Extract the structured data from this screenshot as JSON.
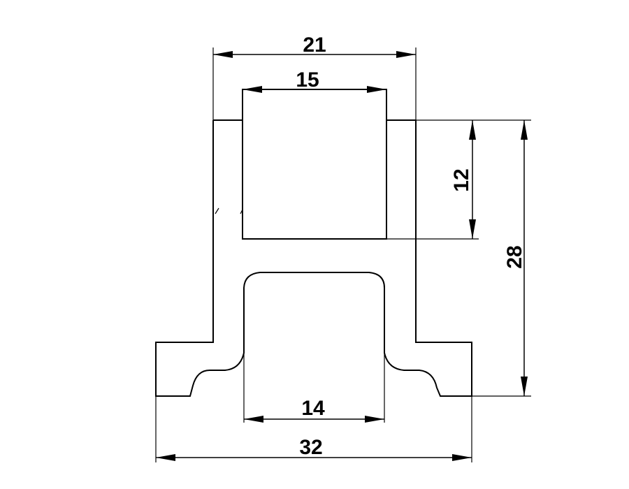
{
  "dimensions": {
    "top_width": "21",
    "inner_width": "15",
    "bottom_opening": "14",
    "base_width": "32",
    "inner_height": "12",
    "total_height": "28"
  },
  "colors": {
    "stroke": "#000000",
    "background": "#ffffff"
  }
}
